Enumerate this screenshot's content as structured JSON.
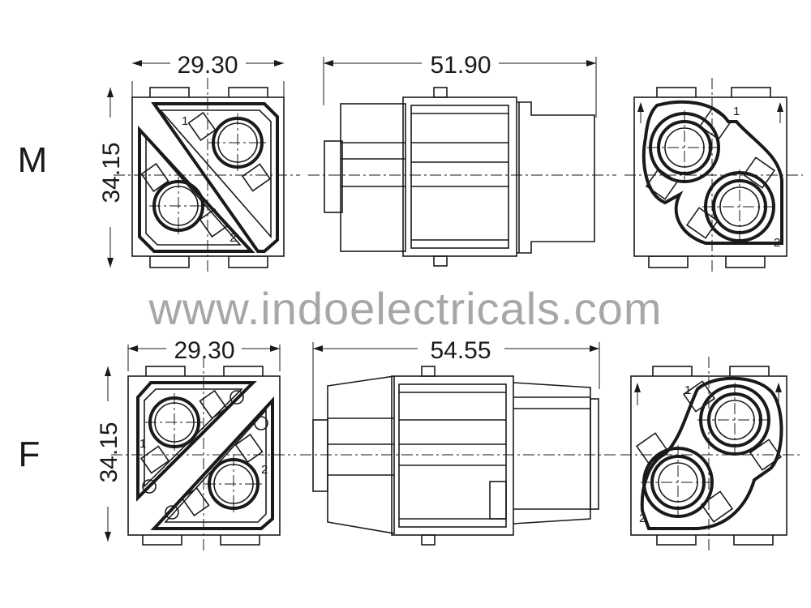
{
  "watermark": "www.indoelectricals.com",
  "rows": [
    {
      "label": "M",
      "width": "29.30",
      "height": "34.15",
      "length": "51.90",
      "front_pins": [
        "1",
        "2"
      ],
      "rear_pins": [
        "1",
        "2"
      ]
    },
    {
      "label": "F",
      "width": "29.30",
      "height": "34.15",
      "length": "54.55",
      "front_pins": [
        "1",
        "2"
      ],
      "rear_pins": [
        "1",
        "2"
      ]
    }
  ]
}
